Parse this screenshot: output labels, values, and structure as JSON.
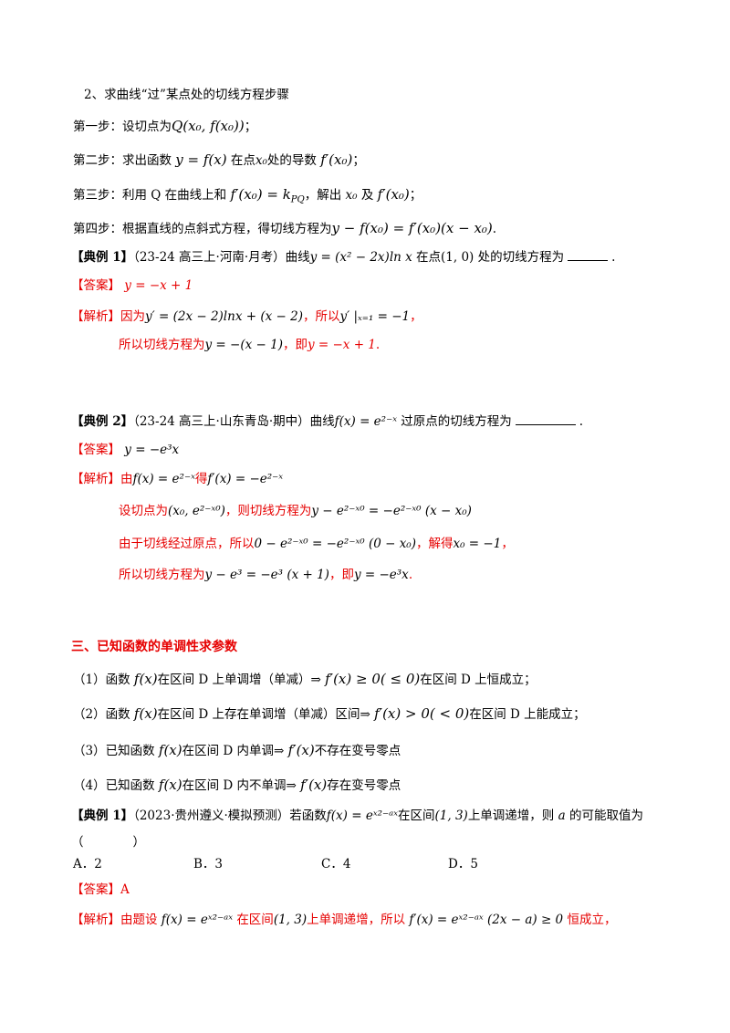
{
  "section2": {
    "title": "2、求曲线“过”某点处的切线方程步骤",
    "steps": [
      {
        "label": "第一步：设切点为",
        "math": "Q(x₀, f(x₀))",
        "tail": "；"
      },
      {
        "label": "第二步：求出函数",
        "math1": "y = f(x)",
        "mid": "在点",
        "math2": "x₀",
        "mid2": "处的导数",
        "math3": "f′(x₀)",
        "tail": "；"
      },
      {
        "label": "第三步：利用 Q 在曲线上和",
        "math1": "f′(x₀) = k",
        "sub": "PQ",
        "mid": "，解出",
        "math2": "x₀",
        "mid2": "及",
        "math3": "f′(x₀)",
        "tail": "；"
      },
      {
        "label": "第四步：根据直线的点斜式方程，得切线方程为",
        "math": "y − f(x₀) = f′(x₀)(x − x₀)",
        "tail": "."
      }
    ]
  },
  "example1": {
    "tag": "【典例 1】",
    "source": "（23-24 高三上·河南·月考）曲线",
    "math": "y = (x² − 2x)ln x",
    "tail": "在点(1, 0) 处的切线方程为",
    "end": ".",
    "answer_label": "【答案】",
    "answer": "y = −x + 1",
    "analysis_label": "【解析】",
    "analysis": [
      {
        "text1": "因为",
        "math1": "y′ = (2x − 2)lnx + (x − 2)",
        "text2": "，所以",
        "math2": "y′ |ₓ₌₁ = −1",
        "text3": "，"
      },
      {
        "text1": "所以切线方程为",
        "math1": "y = −(x − 1)",
        "text2": "，即",
        "math2": "y = −x + 1",
        "text3": "."
      }
    ]
  },
  "example2": {
    "tag": "【典例 2】",
    "source": "（23-24 高三上·山东青岛·期中）曲线",
    "math": "f(x) = e²⁻ˣ",
    "tail": "过原点的切线方程为",
    "end": ".",
    "answer_label": "【答案】",
    "answer": "y = −e³x",
    "analysis_label": "【解析】",
    "analysis": [
      {
        "text1": "由",
        "math1": "f(x) = e²⁻ˣ",
        "text2": "得",
        "math2": "f′(x) = −e²⁻ˣ",
        "text3": ""
      },
      {
        "text1": "设切点为",
        "math1": "(x₀, e²⁻ˣ⁰)",
        "text2": "，则切线方程为",
        "math2": "y − e²⁻ˣ⁰ = −e²⁻ˣ⁰ (x − x₀)",
        "text3": ""
      },
      {
        "text1": "由于切线经过原点，所以",
        "math1": "0 − e²⁻ˣ⁰ = −e²⁻ˣ⁰ (0 − x₀)",
        "text2": "，解得",
        "math2": "x₀ = −1",
        "text3": "，"
      },
      {
        "text1": "所以切线方程为",
        "math1": "y − e³ = −e³ (x + 1)",
        "text2": "，即",
        "math2": "y = −e³x",
        "text3": "."
      }
    ]
  },
  "section3": {
    "title": "三、已知函数的单调性求参数",
    "items": [
      {
        "num": "（1）",
        "t1": "函数",
        "m1": "f(x)",
        "t2": "在区间 D 上单调增（单减）⇒",
        "m2": "f′(x) ≥ 0( ≤ 0)",
        "t3": "在区间 D 上恒成立；"
      },
      {
        "num": "（2）",
        "t1": "函数",
        "m1": "f(x)",
        "t2": "在区间 D 上存在单调增（单减）区间⇒",
        "m2": "f′(x) > 0( < 0)",
        "t3": "在区间 D 上能成立；"
      },
      {
        "num": "（3）",
        "t1": "已知函数",
        "m1": "f(x)",
        "t2": "在区间 D 内单调⇒",
        "m2": "f′(x)",
        "t3": "不存在变号零点"
      },
      {
        "num": "（4）",
        "t1": "已知函数",
        "m1": "f(x)",
        "t2": "在区间 D 内不单调⇒",
        "m2": "f′(x)",
        "t3": "存在变号零点"
      }
    ]
  },
  "example3": {
    "tag": "【典例 1】",
    "source": "（2023·贵州遵义·模拟预测）若函数",
    "math": "f(x) = eˣ²⁻ᵃˣ",
    "mid": "在区间",
    "math2": "(1, 3)",
    "tail": "上单调递增，则",
    "math3": "a",
    "end": "的可能取值为",
    "paren": "（　　　　）",
    "choices": [
      "A．2",
      "B．3",
      "C．4",
      "D．5"
    ],
    "answer_label": "【答案】",
    "answer": "A",
    "analysis_label": "【解析】",
    "analysis": {
      "text1": "由题设",
      "math1": "f(x) = eˣ²⁻ᵃˣ",
      "text2": "在区间",
      "math2": "(1, 3)",
      "text3": "上单调递增，所以",
      "math3": "f′(x) = eˣ²⁻ᵃˣ (2x − a) ≥ 0",
      "text4": "恒成立，"
    }
  }
}
